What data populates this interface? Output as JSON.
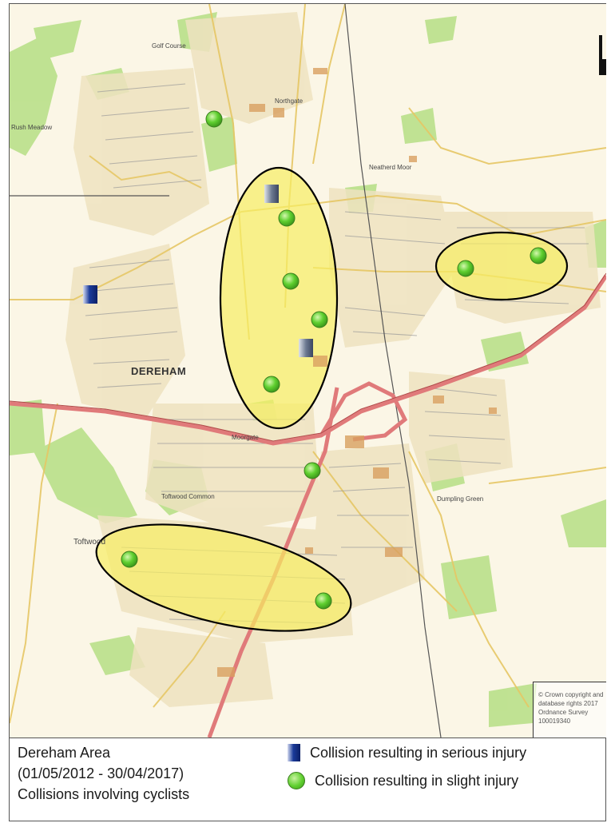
{
  "map": {
    "place_labels": {
      "dereham": "DEREHAM",
      "toftwood": "Toftwood",
      "golf_course": "Golf Course",
      "northgate": "Northgate",
      "neatherd_moor": "Neatherd Moor",
      "moorgate": "Moorgate",
      "dumpling_green": "Dumpling Green",
      "rush_meadow": "Rush Meadow",
      "toftwood_common": "Toftwood Common"
    },
    "colors": {
      "road_major": "#e07a7a",
      "road_minor": "#f2df9a",
      "hotspot_fill": "#f7ee63",
      "hotspot_stroke": "#000000",
      "green_space": "#b9e08a",
      "land": "#fbf6e6"
    },
    "copyright_text": "© Crown copyright and database rights 2017 Ordnance Survey 100019340"
  },
  "legend": {
    "title_line1": "Dereham Area",
    "title_line2": "(01/05/2012 - 30/04/2017)",
    "title_line3": "Collisions involving cyclists",
    "serious_label": "Collision resulting in serious injury",
    "slight_label": "Collision resulting in slight injury",
    "serious_color": "#1a3a9a",
    "slight_color": "#5fcf2f"
  }
}
